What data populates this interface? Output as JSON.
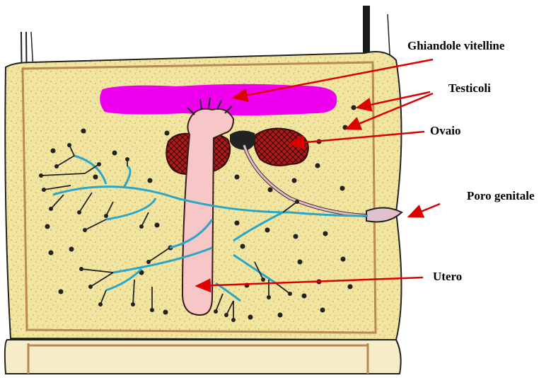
{
  "labels": {
    "ghiandole": "Ghiandole vitelline",
    "testicoli": "Testicoli",
    "ovaio": "Ovaio",
    "poro": "Poro genitale",
    "utero": "Utero"
  },
  "colors": {
    "body": "#f2e59f",
    "border": "#b98a52",
    "vitelline": "#ee00ee",
    "ovary": "#b01818",
    "uterus": "#f7c6c6",
    "duct": "#2aa6c8",
    "arrow": "#dd0000"
  }
}
